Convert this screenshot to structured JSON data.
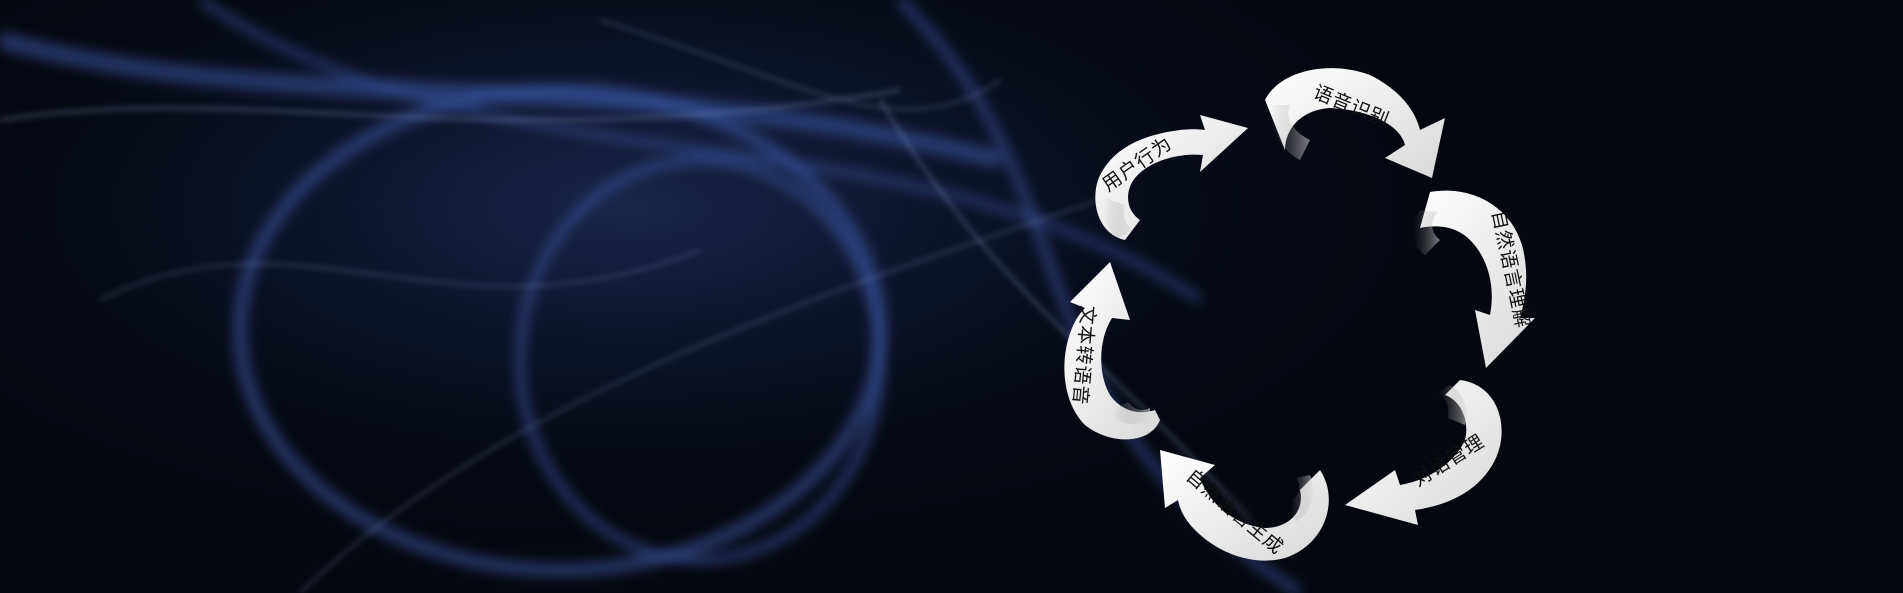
{
  "cycle": {
    "steps": [
      {
        "label": "语音识别"
      },
      {
        "label": "自然语言理解"
      },
      {
        "label": "对话管理"
      },
      {
        "label": "自然语言生成"
      },
      {
        "label": "文本转语音"
      },
      {
        "label": "用户行为"
      }
    ]
  },
  "colors": {
    "background": "#05070f",
    "wisps": "#3a5aa8",
    "arrow_fill": "#f2f2f2",
    "label_text": "#111111"
  }
}
